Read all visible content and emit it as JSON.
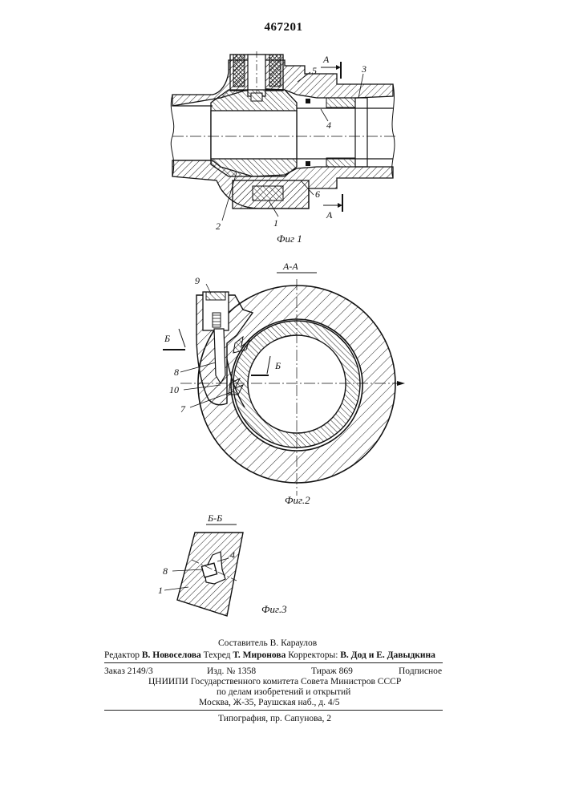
{
  "patent_number": "467201",
  "figure1": {
    "caption": "Фиг 1",
    "section_mark": "А",
    "labels": {
      "l1": "1",
      "l2": "2",
      "l3": "3",
      "l4": "4",
      "l5": "5",
      "l6": "6"
    }
  },
  "figure2": {
    "caption": "Фиг.2",
    "section_title": "А-А",
    "section_mark": "Б",
    "labels": {
      "l7": "7",
      "l8": "8",
      "l9": "9",
      "l10": "10"
    }
  },
  "figure3": {
    "caption": "Фиг.3",
    "section_title": "Б-Б",
    "labels": {
      "l1": "1",
      "l4": "4",
      "l8": "8"
    }
  },
  "imprint": {
    "compiler": "Составитель В. Караулов",
    "editor_label": "Редактор",
    "editor_name": "В. Новоселова",
    "techred_label": "Техред",
    "techred_name": "Т. Миронова",
    "correctors_label": "Корректоры:",
    "correctors_names": "В. Дод и Е. Давыдкина",
    "order": "Заказ 2149/3",
    "edition": "Изд. № 1358",
    "circulation": "Тираж 869",
    "subscription": "Подписное",
    "org_line1": "ЦНИИПИ Государственного комитета Совета Министров СССР",
    "org_line2": "по делам изобретений и открытий",
    "org_line3": "Москва, Ж-35, Раушская наб., д. 4/5",
    "printer": "Типография, пр. Сапунова, 2"
  }
}
